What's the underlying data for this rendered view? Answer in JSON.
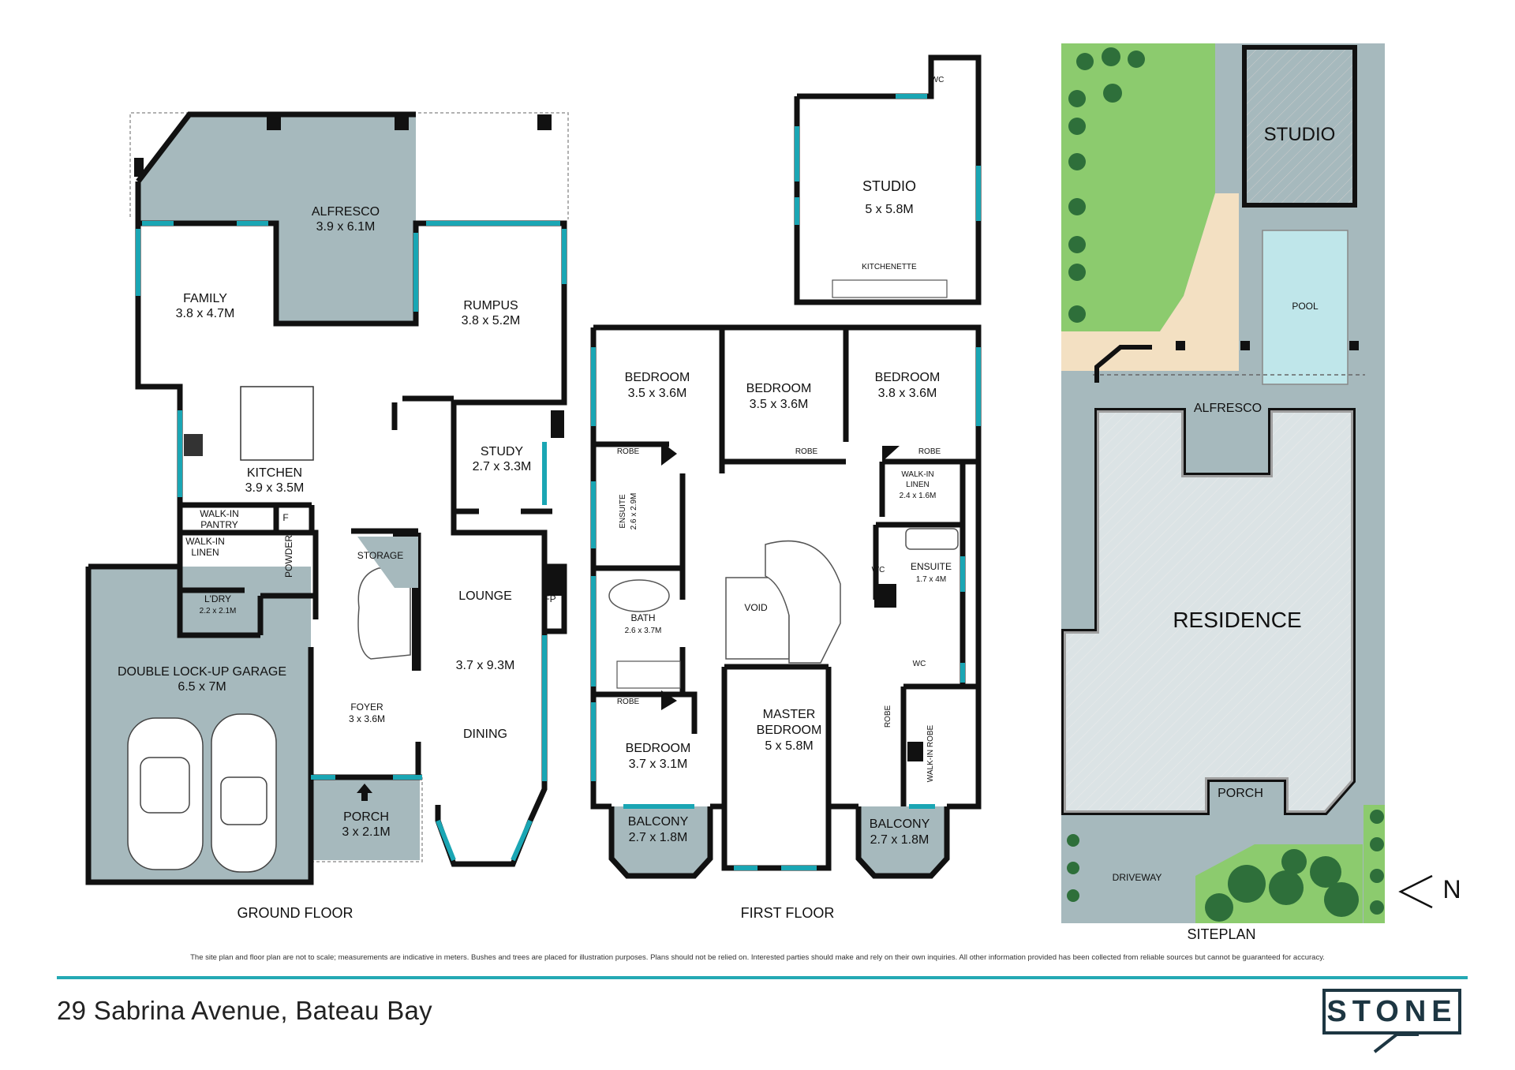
{
  "ground_floor": {
    "title": "GROUND FLOOR",
    "rooms": {
      "alfresco": {
        "name": "ALFRESCO",
        "size": "3.9 x 6.1M"
      },
      "family": {
        "name": "FAMILY",
        "size": "3.8 x 4.7M"
      },
      "rumpus": {
        "name": "RUMPUS",
        "size": "3.8 x 5.2M"
      },
      "kitchen": {
        "name": "KITCHEN",
        "size": "3.9 x 3.5M"
      },
      "study": {
        "name": "STUDY",
        "size": "2.7 x 3.3M"
      },
      "walk_in_pantry": {
        "name1": "WALK-IN",
        "name2": "PANTRY"
      },
      "fridge": "F",
      "walk_in_linen": {
        "name1": "WALK-IN",
        "name2": "LINEN"
      },
      "powder": "POWDER",
      "storage": "STORAGE",
      "lounge": {
        "name": "LOUNGE",
        "size": "3.7 x 9.3M"
      },
      "fireplace": "FP",
      "laundry": {
        "name": "L'DRY",
        "size": "2.2 x 2.1M"
      },
      "garage": {
        "name": "DOUBLE LOCK-UP GARAGE",
        "size": "6.5 x 7M"
      },
      "foyer": {
        "name": "FOYER",
        "size": "3 x 3.6M"
      },
      "dining": "DINING",
      "porch": {
        "name": "PORCH",
        "size": "3 x 2.1M"
      }
    }
  },
  "first_floor": {
    "title": "FIRST FLOOR",
    "rooms": {
      "studio": {
        "name": "STUDIO",
        "size": "5 x 5.8M"
      },
      "studio_wc": "WC",
      "kitchenette": "KITCHENETTE",
      "bedroom1": {
        "name": "BEDROOM",
        "size": "3.5 x 3.6M"
      },
      "bedroom2": {
        "name": "BEDROOM",
        "size": "3.5 x 3.6M"
      },
      "bedroom3": {
        "name": "BEDROOM",
        "size": "3.8 x 3.6M"
      },
      "robe": "ROBE",
      "walk_in_linen": {
        "name1": "WALK-IN",
        "name2": "LINEN",
        "size": "2.4 x 1.6M"
      },
      "ensuite_left": {
        "name": "ENSUITE",
        "size": "2.6 x 2.9M"
      },
      "wc": "WC",
      "ensuite_right": {
        "name": "ENSUITE",
        "size": "1.7 x 4M"
      },
      "void": "VOID",
      "bath": {
        "name": "BATH",
        "size": "2.6 x 3.7M"
      },
      "master": {
        "name1": "MASTER",
        "name2": "BEDROOM",
        "size": "5 x 5.8M"
      },
      "walk_in_robe": "WALK-IN ROBE",
      "bedroom4": {
        "name": "BEDROOM",
        "size": "3.7 x 3.1M"
      },
      "balcony_left": {
        "name": "BALCONY",
        "size": "2.7 x 1.8M"
      },
      "balcony_right": {
        "name": "BALCONY",
        "size": "2.7 x 1.8M"
      }
    }
  },
  "siteplan": {
    "title": "SITEPLAN",
    "studio": "STUDIO",
    "pool": "POOL",
    "alfresco": "ALFRESCO",
    "residence": "RESIDENCE",
    "porch": "PORCH",
    "driveway": "DRIVEWAY",
    "north": "N"
  },
  "footer": {
    "disclaimer": "The site plan and floor plan are not to scale; measurements are indicative in meters. Bushes and trees are placed for illustration purposes. Plans should not be relied on. Interested parties should make and rely on their own inquiries. All other information provided has been collected from reliable sources but cannot be guaranteed for accuracy.",
    "address": "29 Sabrina Avenue, Bateau Bay",
    "logo": "STONE"
  },
  "colors": {
    "wall": "#111111",
    "window": "#1aa6b4",
    "outdoor": "#a6b9bd",
    "lawn": "#8ccb6e",
    "pool": "#bfe6ea",
    "deck": "#f3e0c2",
    "accent": "#24a9b4",
    "logo": "#1d3642"
  }
}
